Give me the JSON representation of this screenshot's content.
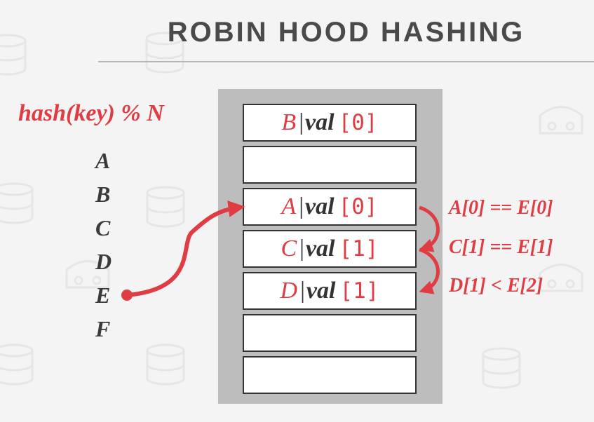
{
  "title": "ROBIN HOOD HASHING",
  "hash_function": "hash(key) % N",
  "keys": [
    "A",
    "B",
    "C",
    "D",
    "E",
    "F"
  ],
  "slots": [
    {
      "key": "B",
      "val": "val",
      "index": "[0]"
    },
    {
      "key": "",
      "val": "",
      "index": ""
    },
    {
      "key": "A",
      "val": "val",
      "index": "[0]"
    },
    {
      "key": "C",
      "val": "val",
      "index": "[1]"
    },
    {
      "key": "D",
      "val": "val",
      "index": "[1]"
    },
    {
      "key": "",
      "val": "",
      "index": ""
    },
    {
      "key": "",
      "val": "",
      "index": ""
    }
  ],
  "comparisons": [
    "A[0] == E[0]",
    "C[1] == E[1]",
    "D[1] < E[2]"
  ],
  "colors": {
    "accent": "#e03c43",
    "table_bg": "#bdbdbd",
    "text": "#3a3a3a"
  }
}
